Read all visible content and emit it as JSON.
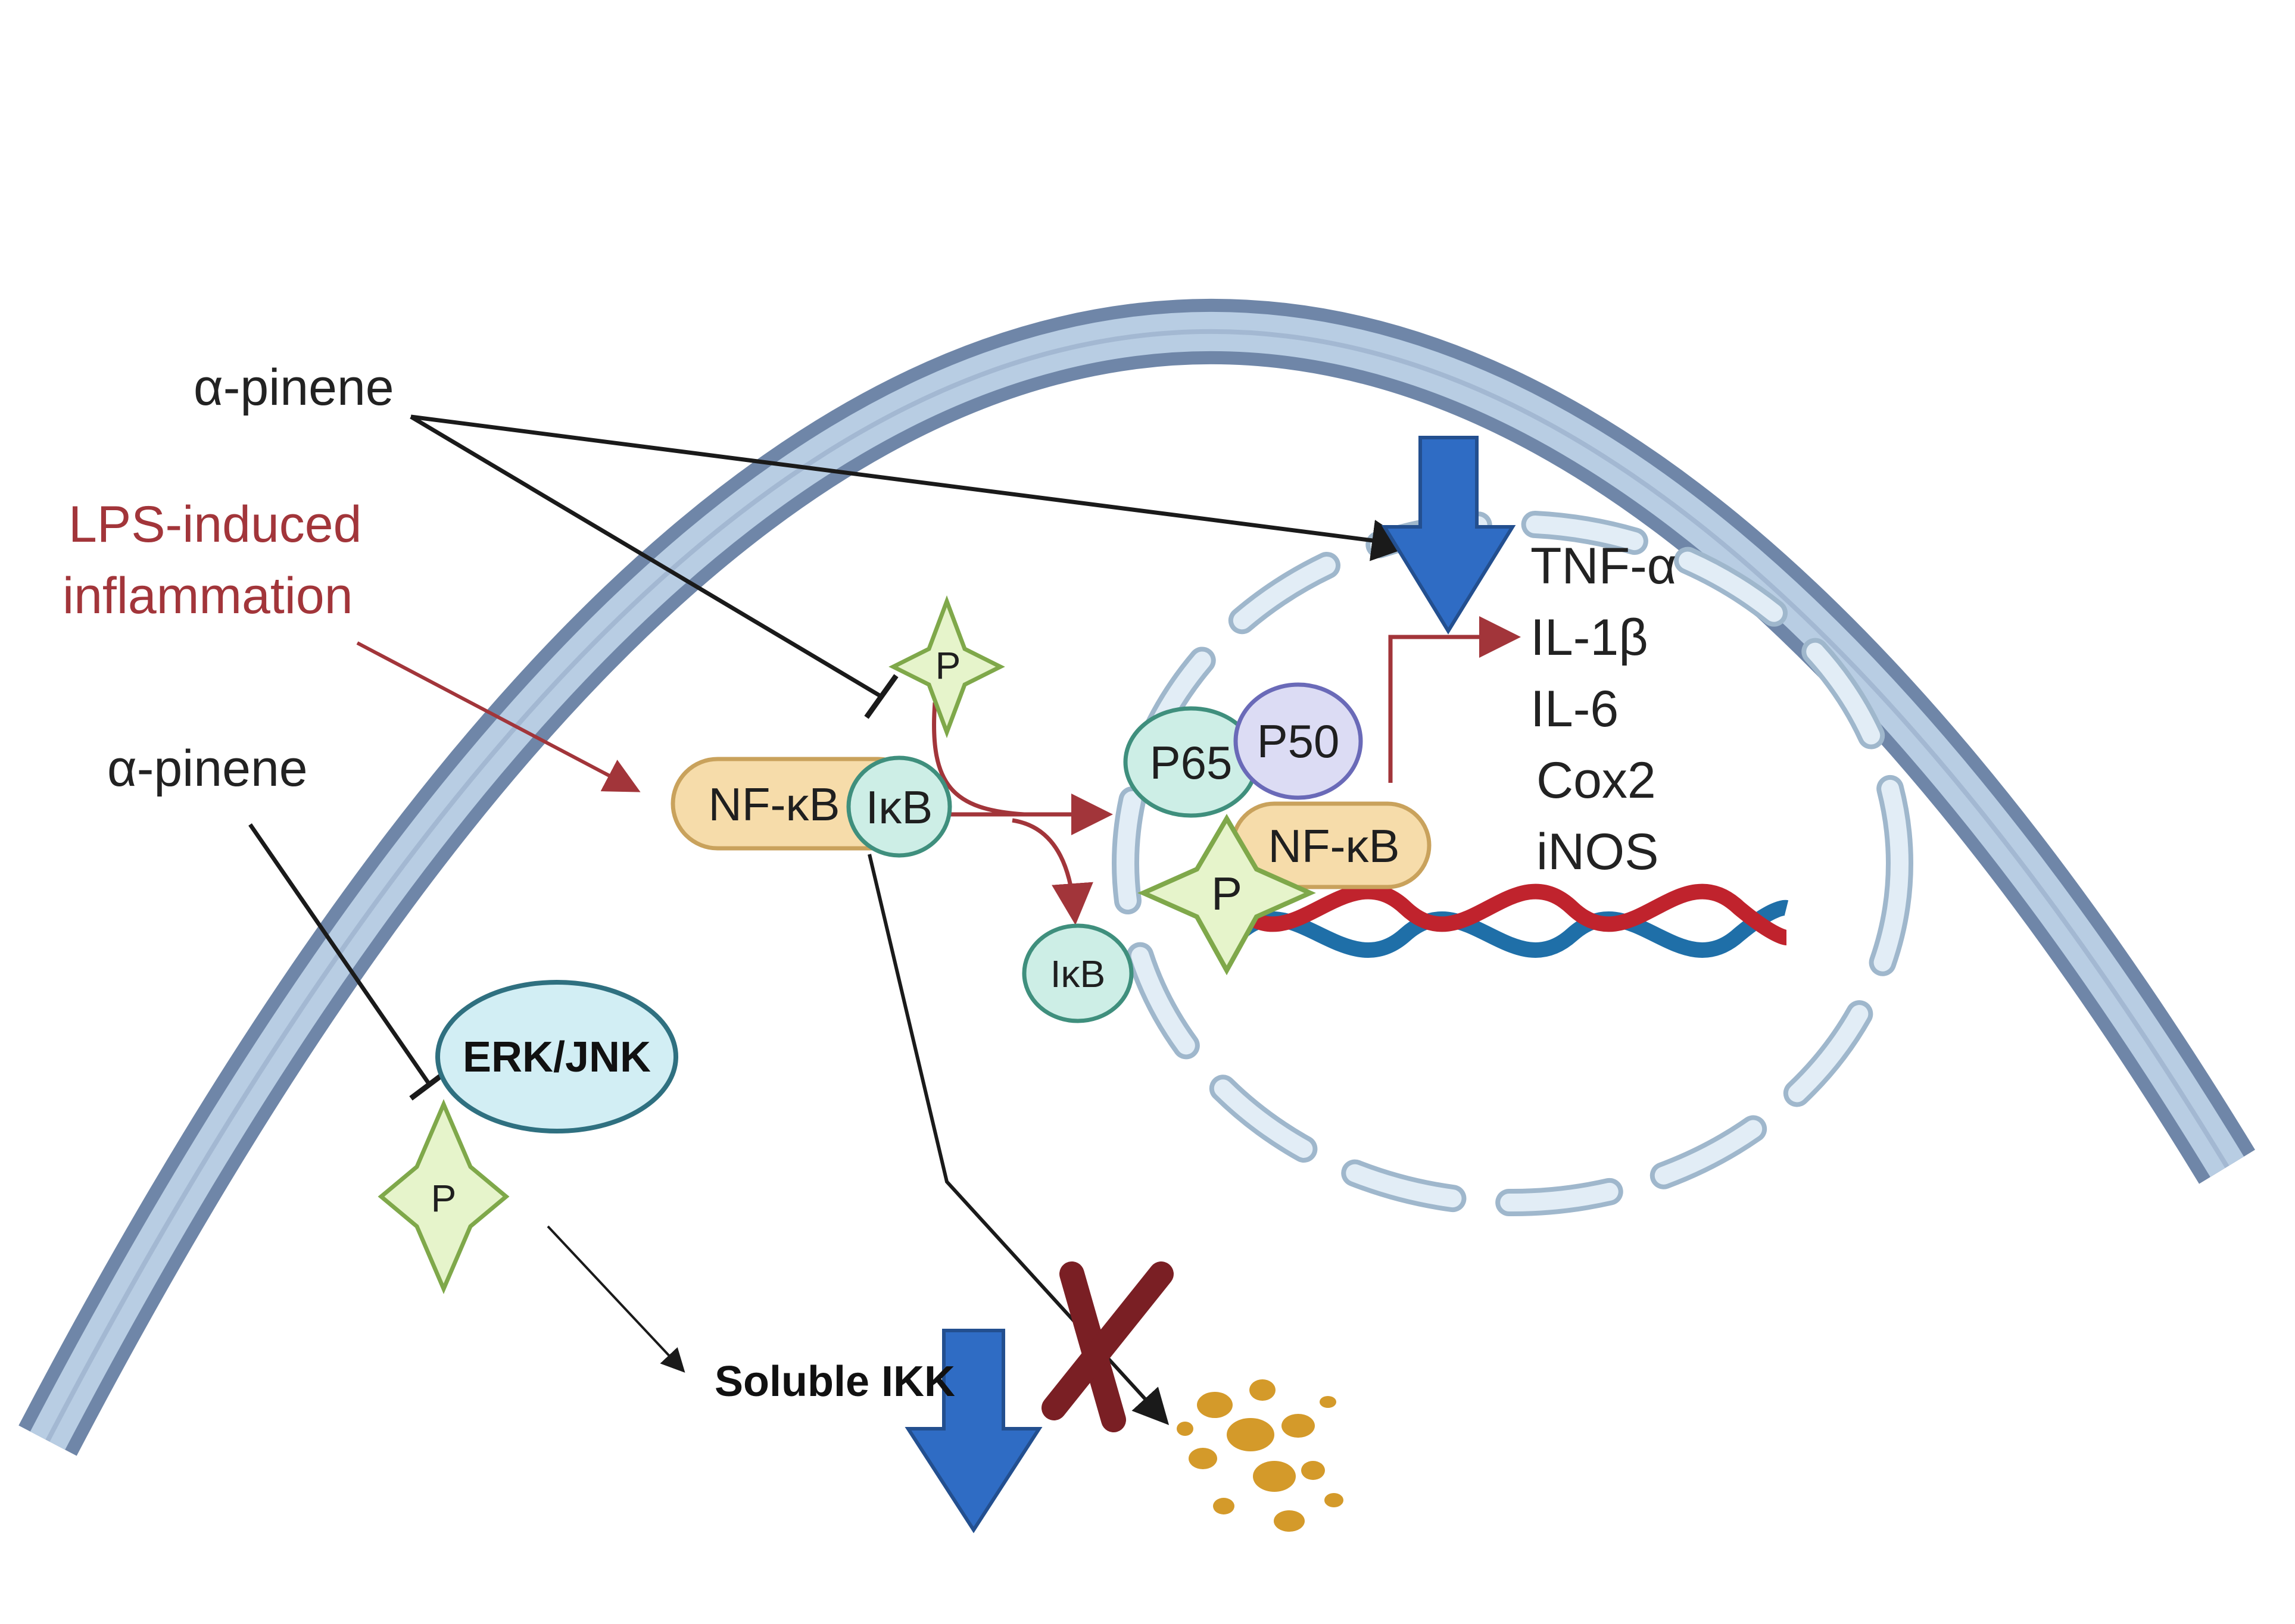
{
  "labels": {
    "alpha_pinene_top": "α-pinene",
    "lps_line1": "LPS-induced",
    "lps_line2": "inflammation",
    "alpha_pinene_left": "α-pinene",
    "nfkb_cytoplasm": "NF-κB",
    "ikb_bound": "IκB",
    "ikb_free": "IκB",
    "p_cytoplasm": "P",
    "erk_jnk": "ERK/JNK",
    "p_erk": "P",
    "soluble_ikk": "Soluble IKK",
    "p65": "P65",
    "p50": "P50",
    "nfkb_nucleus": "NF-κB",
    "p_nucleus": "P"
  },
  "cytokines": [
    "TNF-α",
    "IL-1β",
    "IL-6",
    "Cox2",
    "iNOS"
  ],
  "colors": {
    "membrane_outer": "#6f86a8",
    "membrane_inner": "#b8cde3",
    "nucleus_dash": "#cfe0ee",
    "nfkb_fill": "#f6dcaa",
    "nfkb_stroke": "#c9a25c",
    "ikb_fill": "#cdeee6",
    "ikb_stroke": "#3f8f7d",
    "p50_fill": "#dcdcf4",
    "p50_stroke": "#6a6ab8",
    "erk_fill": "#d2eef4",
    "erk_stroke": "#2f7080",
    "phospho_fill": "#e6f4cb",
    "phospho_stroke": "#7fa84a",
    "inhibit_arrow": "#1a1a1a",
    "lps_arrow": "#a2353a",
    "down_arrow": "#2f6cc4",
    "dna_red": "#c0232d",
    "dna_blue": "#1f6fa8",
    "cross": "#7a1f24",
    "debris": "#d49a2a"
  },
  "icons": {
    "downregulation": "down-arrow-icon",
    "phosphate": "phosphate-star-icon",
    "blocked": "x-cross-icon",
    "dna": "dna-helix-icon",
    "degradation": "debris-icon"
  }
}
